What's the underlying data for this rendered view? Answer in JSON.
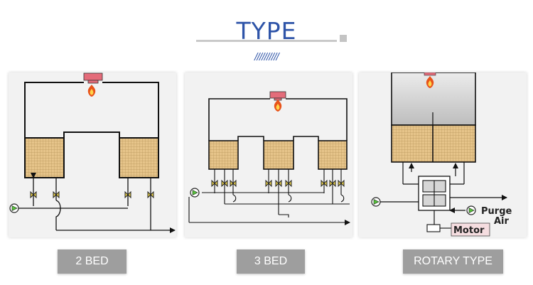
{
  "header": {
    "title": "TYPE",
    "slashes": "//////////"
  },
  "panels": [
    {
      "id": "2bed",
      "label": "2 BED"
    },
    {
      "id": "3bed",
      "label": "3 BED"
    },
    {
      "id": "rotary",
      "label": "ROTARY TYPE"
    }
  ],
  "rotary": {
    "purge_label_line1": "Purge",
    "purge_label_line2": "Air",
    "motor_label": "Motor"
  },
  "colors": {
    "accent": "#2e54a8",
    "bed_fill": "#e6c48a",
    "flame": "#e8531a",
    "burner": "#e46c7a",
    "valve": "#e8d04a",
    "fan": "#55c23a",
    "label_bg": "#9e9e9e"
  },
  "icons": [
    "burner-icon",
    "flame-icon",
    "valve-icon",
    "fan-icon",
    "arrow-icon",
    "motor-icon"
  ]
}
